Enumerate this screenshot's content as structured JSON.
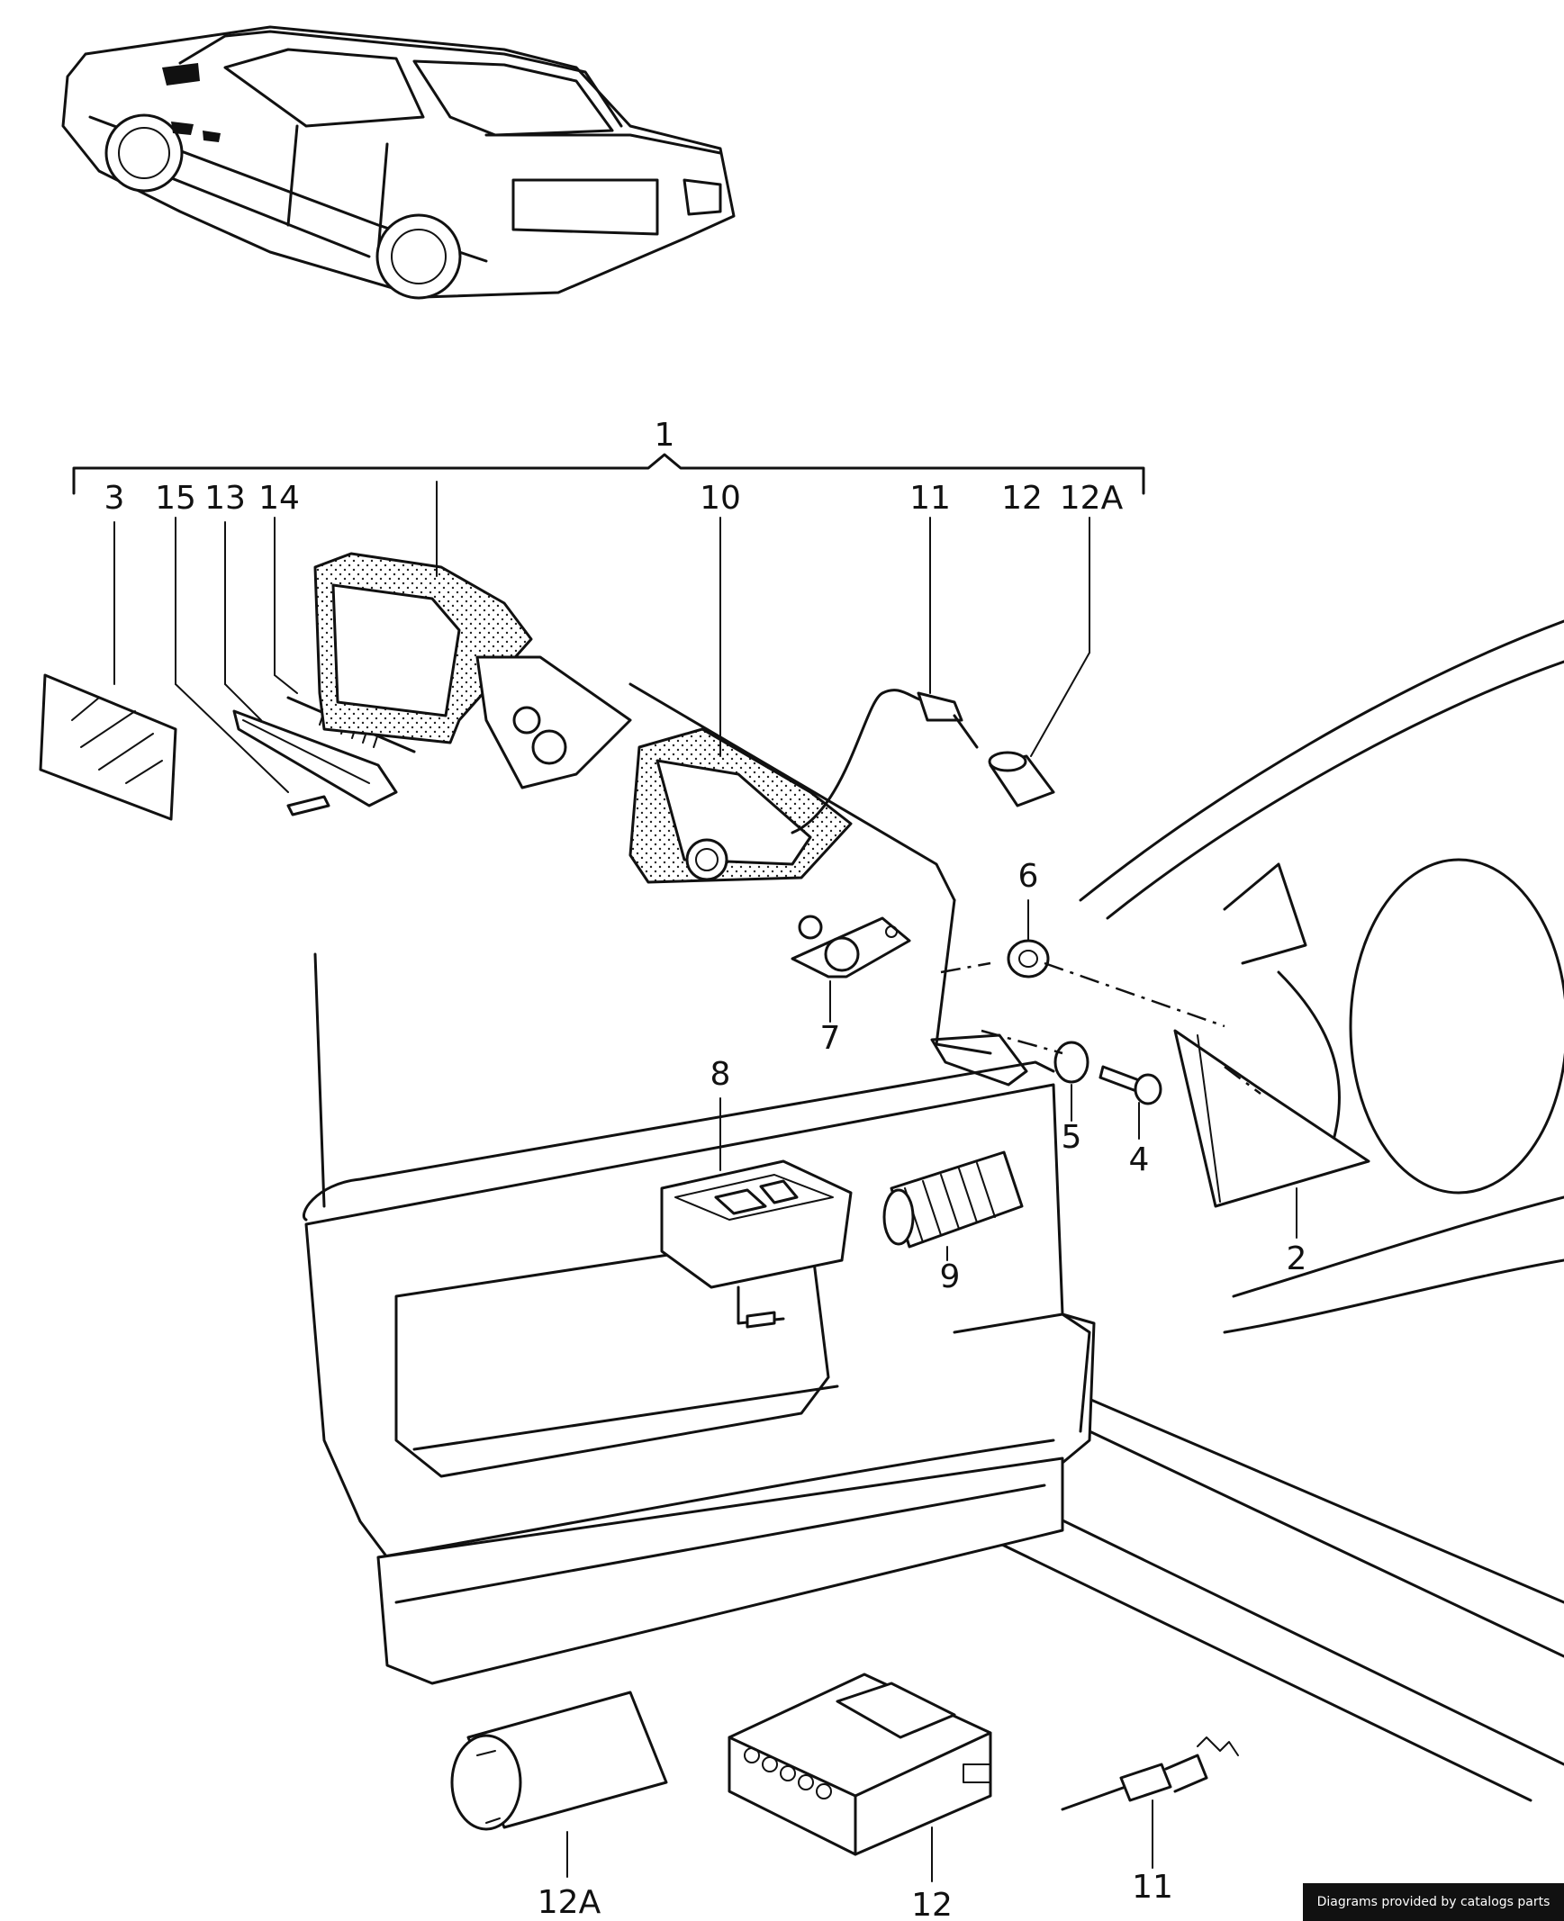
{
  "callouts": {
    "c1": "1",
    "c2": "2",
    "c3": "3",
    "c4": "4",
    "c5": "5",
    "c6": "6",
    "c7": "7",
    "c8": "8",
    "c9": "9",
    "c10": "10",
    "c11_top": "11",
    "c11_bottom": "11",
    "c12_top": "12",
    "c12_bottom": "12",
    "c12a_top": "12A",
    "c12a_bottom": "12A",
    "c13": "13",
    "c14": "14",
    "c15": "15"
  },
  "credit": "Diagrams provided by catalogs parts"
}
